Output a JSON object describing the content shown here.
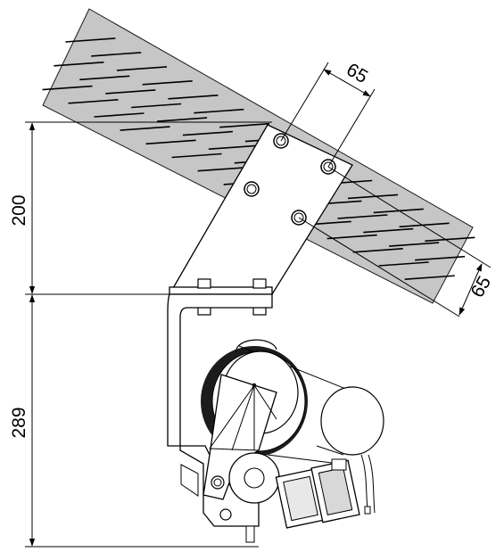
{
  "dimensions": {
    "height_upper": "200",
    "height_lower": "289",
    "bolt_spacing_top": "65",
    "bolt_spacing_side": "65"
  }
}
